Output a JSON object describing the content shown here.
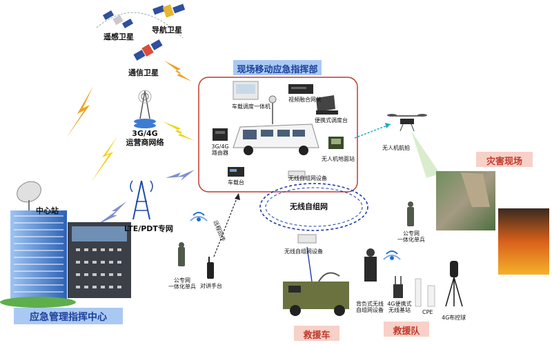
{
  "labels": {
    "remote_sat": "遥感卫星",
    "nav_sat": "导航卫星",
    "comm_sat": "通信卫星",
    "carrier_net": "3G/4G\n运营商网络",
    "lte_pdt": "LTE/PDT专网",
    "center_station": "中心站",
    "mgmt_center": "应急管理指挥中心",
    "field_command": "现场移动应急指挥部",
    "vehicle_dispatch": "车载调度一体机",
    "video_gateway": "视频融合网关",
    "portable_dispatch": "便携式调度台",
    "router": "3G/4G\n路由器",
    "drone_ground": "无人机地面站",
    "vehicle_radio": "车载台",
    "adhoc_device_top": "无线自组网设备",
    "adhoc_network": "无线自组网",
    "adhoc_device_bottom": "无线自组网设备",
    "remote_backhaul": "远程回传",
    "public_soldier_left": "公专网\n一体化单兵",
    "walkie_talkie": "对讲手台",
    "drone_shoot": "无人机航拍",
    "disaster_site": "灾害现场",
    "public_soldier_right": "公专网\n一体化单兵",
    "backpack_device": "背负式无线\n自组网设备",
    "portable_bs": "4G便携式\n无线基站",
    "cpe": "CPE",
    "dome_camera": "4G布控球",
    "rescue_vehicle": "救援车",
    "rescue_team": "救援队"
  },
  "colors": {
    "command_border": "#c0392b",
    "blue_box": "#a9c9f3",
    "blue_text": "#1e3f9c",
    "pink_box": "#f8d0c8",
    "red_text": "#c0392b",
    "dashed_loop": "#1e3aa8",
    "lightning_orange": "#f0a024",
    "lightning_yellow": "#f3d21a",
    "lightning_blue": "#7f8fd0"
  }
}
